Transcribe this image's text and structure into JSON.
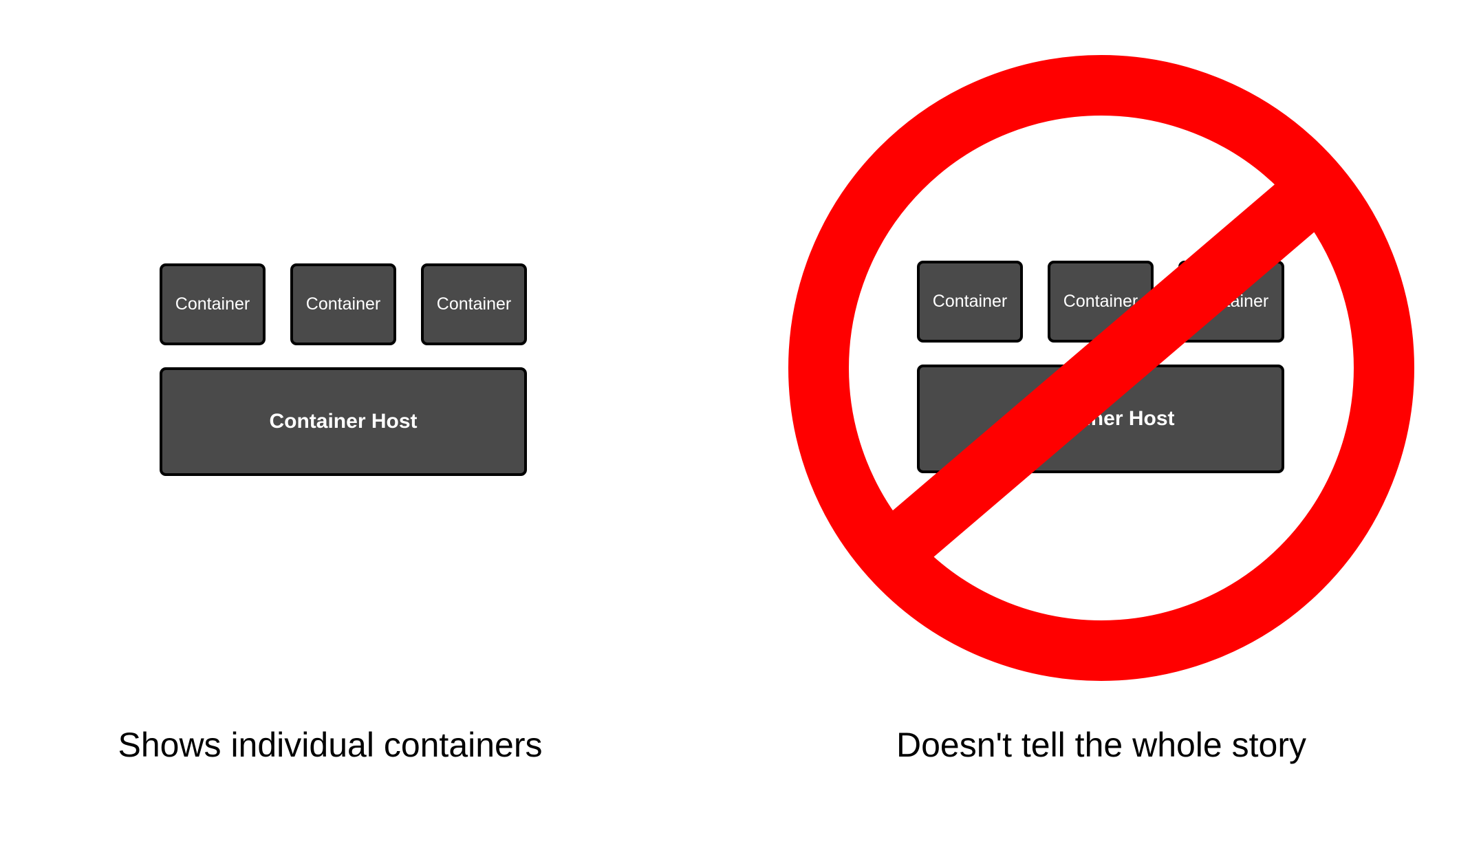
{
  "left": {
    "containers": [
      "Container",
      "Container",
      "Container"
    ],
    "host_label": "Container Host",
    "caption": "Shows individual containers"
  },
  "right": {
    "containers": [
      "Container",
      "Container",
      "Container"
    ],
    "host_label": "Container Host",
    "caption": "Doesn't tell the whole story"
  },
  "colors": {
    "box_fill": "#4a4a4a",
    "box_border": "#000000",
    "box_text": "#ffffff",
    "prohibition_sign": "#ff0000",
    "background": "#ffffff"
  },
  "icons": {
    "prohibition": "no-symbol-icon"
  }
}
